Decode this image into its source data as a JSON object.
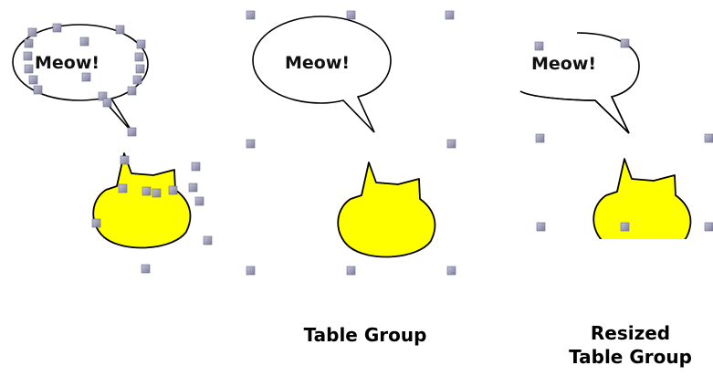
{
  "bubble_text": "Meow!",
  "captions": {
    "table_group": "Table Group",
    "resized_line1": "Resized",
    "resized_line2": "Table Group"
  },
  "colors": {
    "cat_fill": "#ffff00",
    "outline": "#000000",
    "handle_fill": "#9a9ab4"
  }
}
